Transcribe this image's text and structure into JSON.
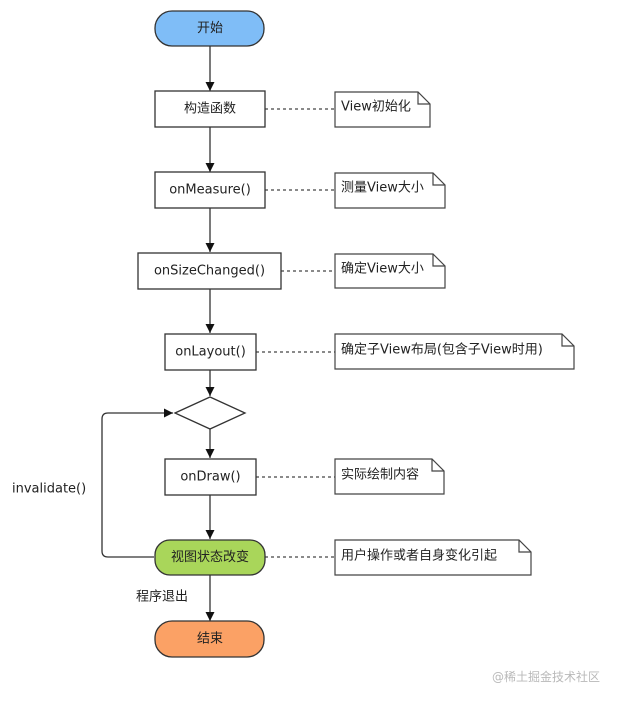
{
  "diagram": {
    "title": "View生命周期流程图",
    "nodes": {
      "start": {
        "label": "开始",
        "shape": "terminal",
        "color": "#7fbdf7"
      },
      "constructor": {
        "label": "构造函数",
        "shape": "process"
      },
      "on_measure": {
        "label": "onMeasure()",
        "shape": "process"
      },
      "on_size_changed": {
        "label": "onSizeChanged()",
        "shape": "process"
      },
      "on_layout": {
        "label": "onLayout()",
        "shape": "process"
      },
      "decision": {
        "label": "",
        "shape": "diamond"
      },
      "on_draw": {
        "label": "onDraw()",
        "shape": "process"
      },
      "view_state_change": {
        "label": "视图状态改变",
        "shape": "terminal",
        "color": "#a9d65a"
      },
      "end": {
        "label": "结束",
        "shape": "terminal",
        "color": "#fba165"
      }
    },
    "notes": {
      "constructor": "View初始化",
      "on_measure": "测量View大小",
      "on_size_changed": "确定View大小",
      "on_layout": "确定子View布局(包含子View时用)",
      "on_draw": "实际绘制内容",
      "view_state_change": "用户操作或者自身变化引起"
    },
    "edge_labels": {
      "loop": "invalidate()",
      "exit": "程序退出"
    },
    "edges": [
      {
        "from": "start",
        "to": "constructor"
      },
      {
        "from": "constructor",
        "to": "on_measure"
      },
      {
        "from": "on_measure",
        "to": "on_size_changed"
      },
      {
        "from": "on_size_changed",
        "to": "on_layout"
      },
      {
        "from": "on_layout",
        "to": "decision"
      },
      {
        "from": "decision",
        "to": "on_draw"
      },
      {
        "from": "on_draw",
        "to": "view_state_change"
      },
      {
        "from": "view_state_change",
        "to": "decision",
        "label": "invalidate()"
      },
      {
        "from": "view_state_change",
        "to": "end",
        "label": "程序退出"
      }
    ],
    "colors": {
      "stroke": "#333333",
      "note_fill": "#ffffff",
      "process_fill": "#ffffff"
    }
  },
  "watermark": "@稀土掘金技术社区"
}
